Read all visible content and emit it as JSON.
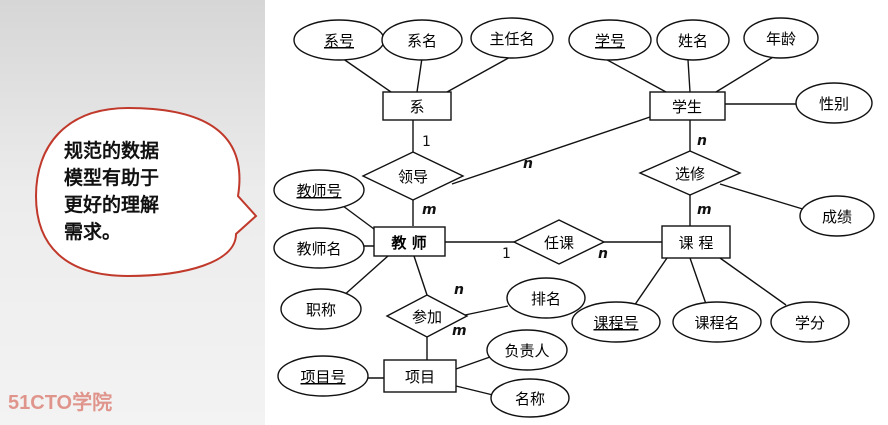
{
  "callout": {
    "text": "规范的数据\n模型有助于\n更好的理解\n   需求。",
    "border_color": "#c0392b"
  },
  "logo": {
    "text": "51CTO学院",
    "color": "#d24a3a"
  },
  "entities": {
    "department": "系",
    "student": "学生",
    "teacher": "教 师",
    "course": "课 程",
    "project": "项目"
  },
  "relationships": {
    "lead": "领导",
    "elect": "选修",
    "teach": "任课",
    "join": "参加"
  },
  "attributes": {
    "dept_no": "系号",
    "dept_name": "系名",
    "director": "主任名",
    "student_no": "学号",
    "student_name": "姓名",
    "age": "年龄",
    "gender": "性别",
    "grade": "成绩",
    "teacher_no": "教师号",
    "teacher_name": "教师名",
    "title": "职称",
    "rank": "排名",
    "leader": "负责人",
    "project_name": "名称",
    "project_no": "项目号",
    "course_no": "课程号",
    "course_name": "课程名",
    "credit": "学分"
  },
  "cardinalities": {
    "dept_lead": "1",
    "lead_teacher": "m",
    "lead_student": "n",
    "student_elect": "n",
    "elect_course": "m",
    "teacher_teach": "1",
    "teach_course": "n",
    "join_rank": "n",
    "join_project": "m"
  }
}
